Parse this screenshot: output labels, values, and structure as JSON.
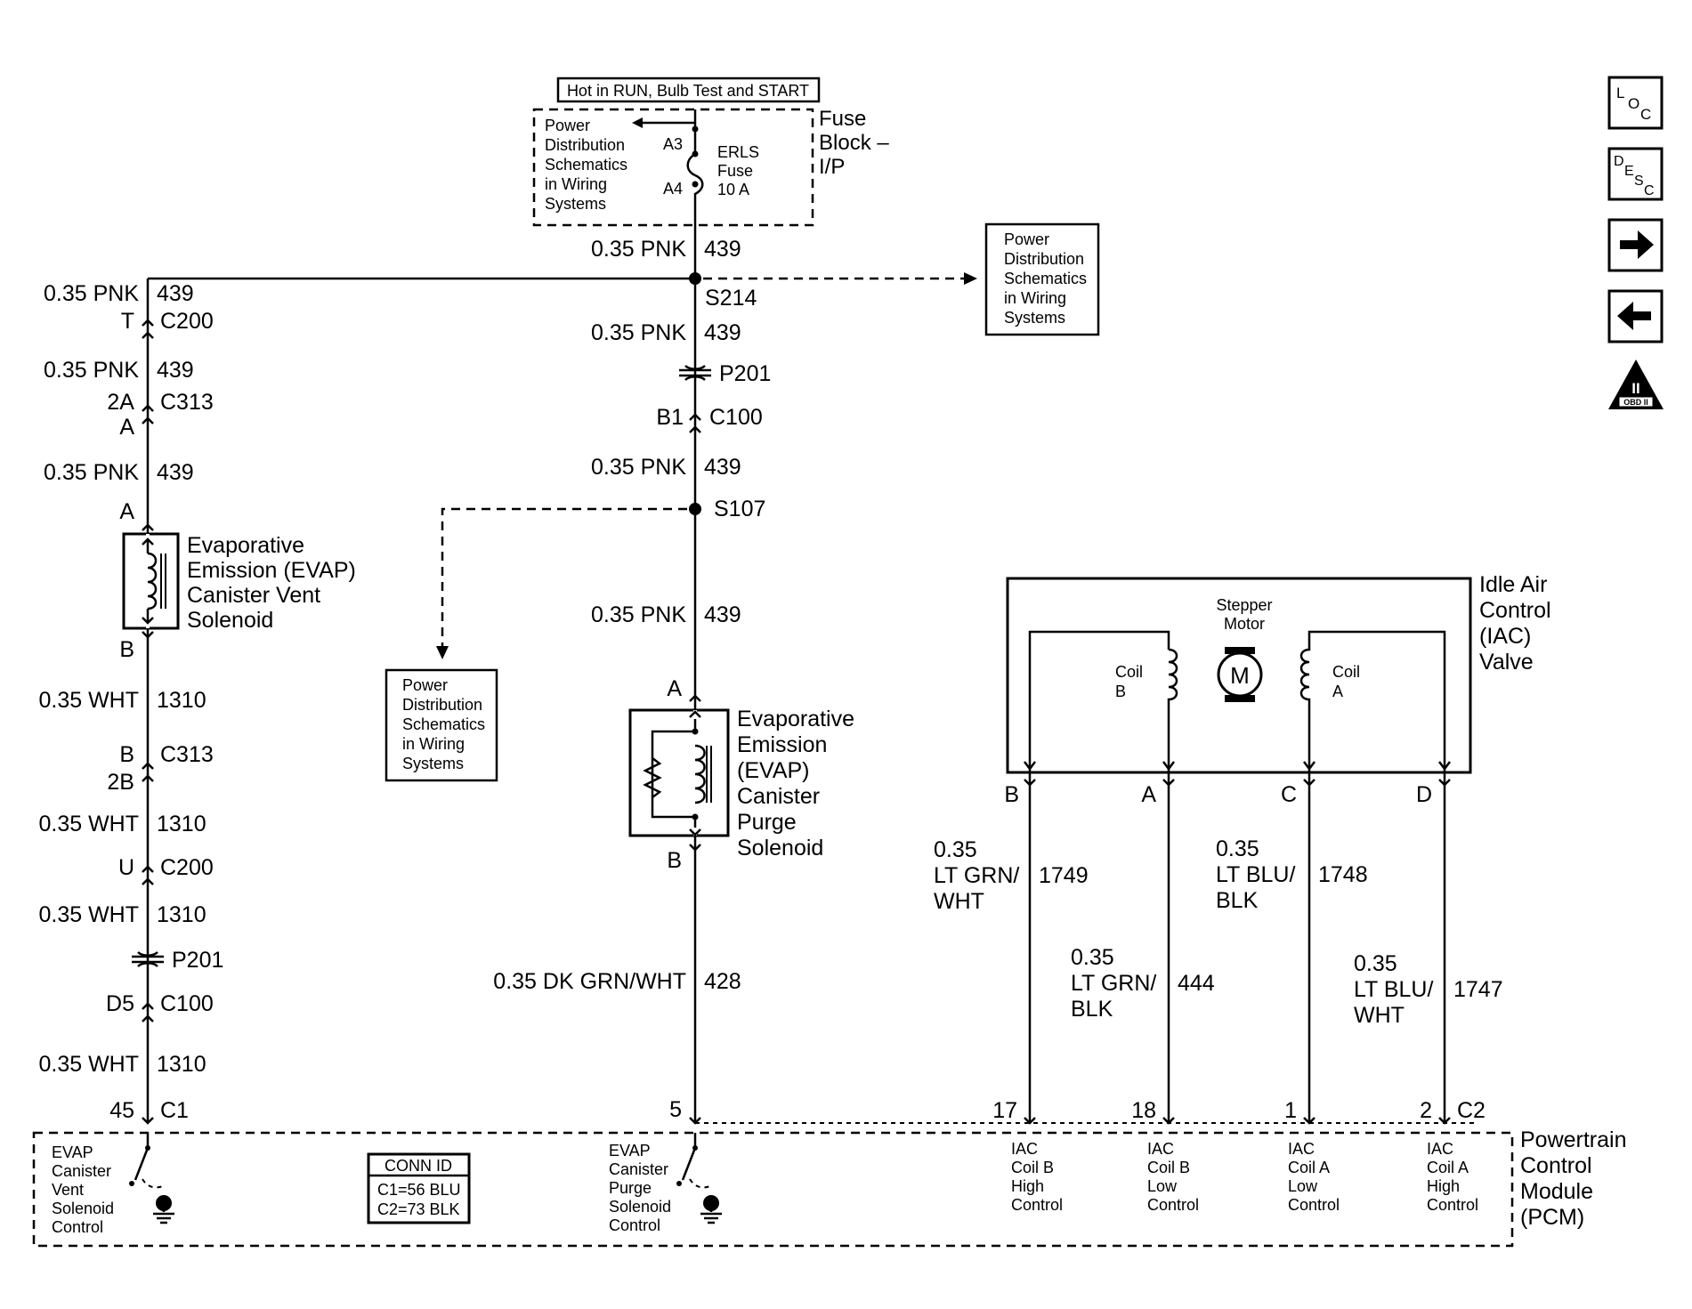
{
  "header_box": "Hot in RUN, Bulb Test and START",
  "fuse_block": {
    "title_lines": [
      "Fuse",
      "Block –",
      "I/P"
    ],
    "pds_lines": [
      "Power",
      "Distribution",
      "Schematics",
      "in Wiring",
      "Systems"
    ],
    "fuse_lines": [
      "ERLS",
      "Fuse",
      "10 A"
    ],
    "pin_top": "A3",
    "pin_bottom": "A4"
  },
  "center_wire": {
    "w1": {
      "gauge": "0.35 PNK",
      "circuit": "439"
    },
    "splice1": "S214",
    "w2": {
      "gauge": "0.35 PNK",
      "circuit": "439"
    },
    "p201": "P201",
    "c100_pin": "B1",
    "c100": "C100",
    "w3": {
      "gauge": "0.35 PNK",
      "circuit": "439"
    },
    "splice2": "S107",
    "w4": {
      "gauge": "0.35 PNK",
      "circuit": "439"
    },
    "purge_pin_a": "A",
    "purge_pin_b": "B",
    "w5": {
      "gauge": "0.35 DK GRN/WHT",
      "circuit": "428"
    },
    "pcm_pin": "5"
  },
  "pds_right": [
    "Power",
    "Distribution",
    "Schematics",
    "in Wiring",
    "Systems"
  ],
  "pds_left": [
    "Power",
    "Distribution",
    "Schematics",
    "in Wiring",
    "Systems"
  ],
  "purge_solenoid": [
    "Evaporative",
    "Emission",
    "(EVAP)",
    "Canister",
    "Purge",
    "Solenoid"
  ],
  "left_wire": {
    "w1": {
      "gauge": "0.35 PNK",
      "circuit": "439"
    },
    "c200_pin": "T",
    "c200": "C200",
    "w2": {
      "gauge": "0.35 PNK",
      "circuit": "439"
    },
    "c313_pin_top": "2A",
    "c313": "C313",
    "c313_pin_bot": "A",
    "w3": {
      "gauge": "0.35 PNK",
      "circuit": "439"
    },
    "vent_pin_a": "A",
    "vent_pin_b": "B",
    "w4": {
      "gauge": "0.35 WHT",
      "circuit": "1310"
    },
    "c313b_pin_top": "B",
    "c313b": "C313",
    "c313b_pin_bot": "2B",
    "w5": {
      "gauge": "0.35 WHT",
      "circuit": "1310"
    },
    "c200b_pin": "U",
    "c200b": "C200",
    "w6": {
      "gauge": "0.35 WHT",
      "circuit": "1310"
    },
    "p201": "P201",
    "c100_pin": "D5",
    "c100": "C100",
    "w7": {
      "gauge": "0.35 WHT",
      "circuit": "1310"
    },
    "pcm_pin": "45",
    "pcm_conn": "C1"
  },
  "vent_solenoid": [
    "Evaporative",
    "Emission (EVAP)",
    "Canister Vent",
    "Solenoid"
  ],
  "iac": {
    "title_lines": [
      "Idle Air",
      "Control",
      "(IAC)",
      "Valve"
    ],
    "stepper_lines": [
      "Stepper",
      "Motor"
    ],
    "motor_symbol": "M",
    "coil_b_lines": [
      "Coil",
      "B"
    ],
    "coil_a_lines": [
      "Coil",
      "A"
    ],
    "pins": [
      "B",
      "A",
      "C",
      "D"
    ],
    "wires": [
      {
        "lines": [
          "0.35",
          "LT GRN/",
          "WHT"
        ],
        "circuit": "1749",
        "pcm_pin": "17"
      },
      {
        "lines": [
          "0.35",
          "LT GRN/",
          "BLK"
        ],
        "circuit": "444",
        "pcm_pin": "18"
      },
      {
        "lines": [
          "0.35",
          "LT BLU/",
          "BLK"
        ],
        "circuit": "1748",
        "pcm_pin": "1"
      },
      {
        "lines": [
          "0.35",
          "LT BLU/",
          "WHT"
        ],
        "circuit": "1747",
        "pcm_pin": "2"
      }
    ],
    "pcm_conn": "C2"
  },
  "pcm": {
    "title_lines": [
      "Powertrain",
      "Control",
      "Module",
      "(PCM)"
    ],
    "vent_ctrl": [
      "EVAP",
      "Canister",
      "Vent",
      "Solenoid",
      "Control"
    ],
    "purge_ctrl": [
      "EVAP",
      "Canister",
      "Purge",
      "Solenoid",
      "Control"
    ],
    "conn_id_title": "CONN ID",
    "conn_id_lines": [
      "C1=56 BLU",
      "C2=73 BLK"
    ],
    "iac_ctrls": [
      [
        "IAC",
        "Coil B",
        "High",
        "Control"
      ],
      [
        "IAC",
        "Coil B",
        "Low",
        "Control"
      ],
      [
        "IAC",
        "Coil A",
        "Low",
        "Control"
      ],
      [
        "IAC",
        "Coil A",
        "High",
        "Control"
      ]
    ]
  },
  "nav": {
    "loc": {
      "l": "L",
      "o": "O",
      "c": "C"
    },
    "desc": {
      "d": "D",
      "e": "E",
      "s": "S",
      "c": "C"
    },
    "obd_label": "OBD II",
    "obd_roman": "II",
    "icons": [
      "loc-icon",
      "desc-icon",
      "arrow-right-icon",
      "arrow-left-icon",
      "obd-ii-icon"
    ]
  }
}
